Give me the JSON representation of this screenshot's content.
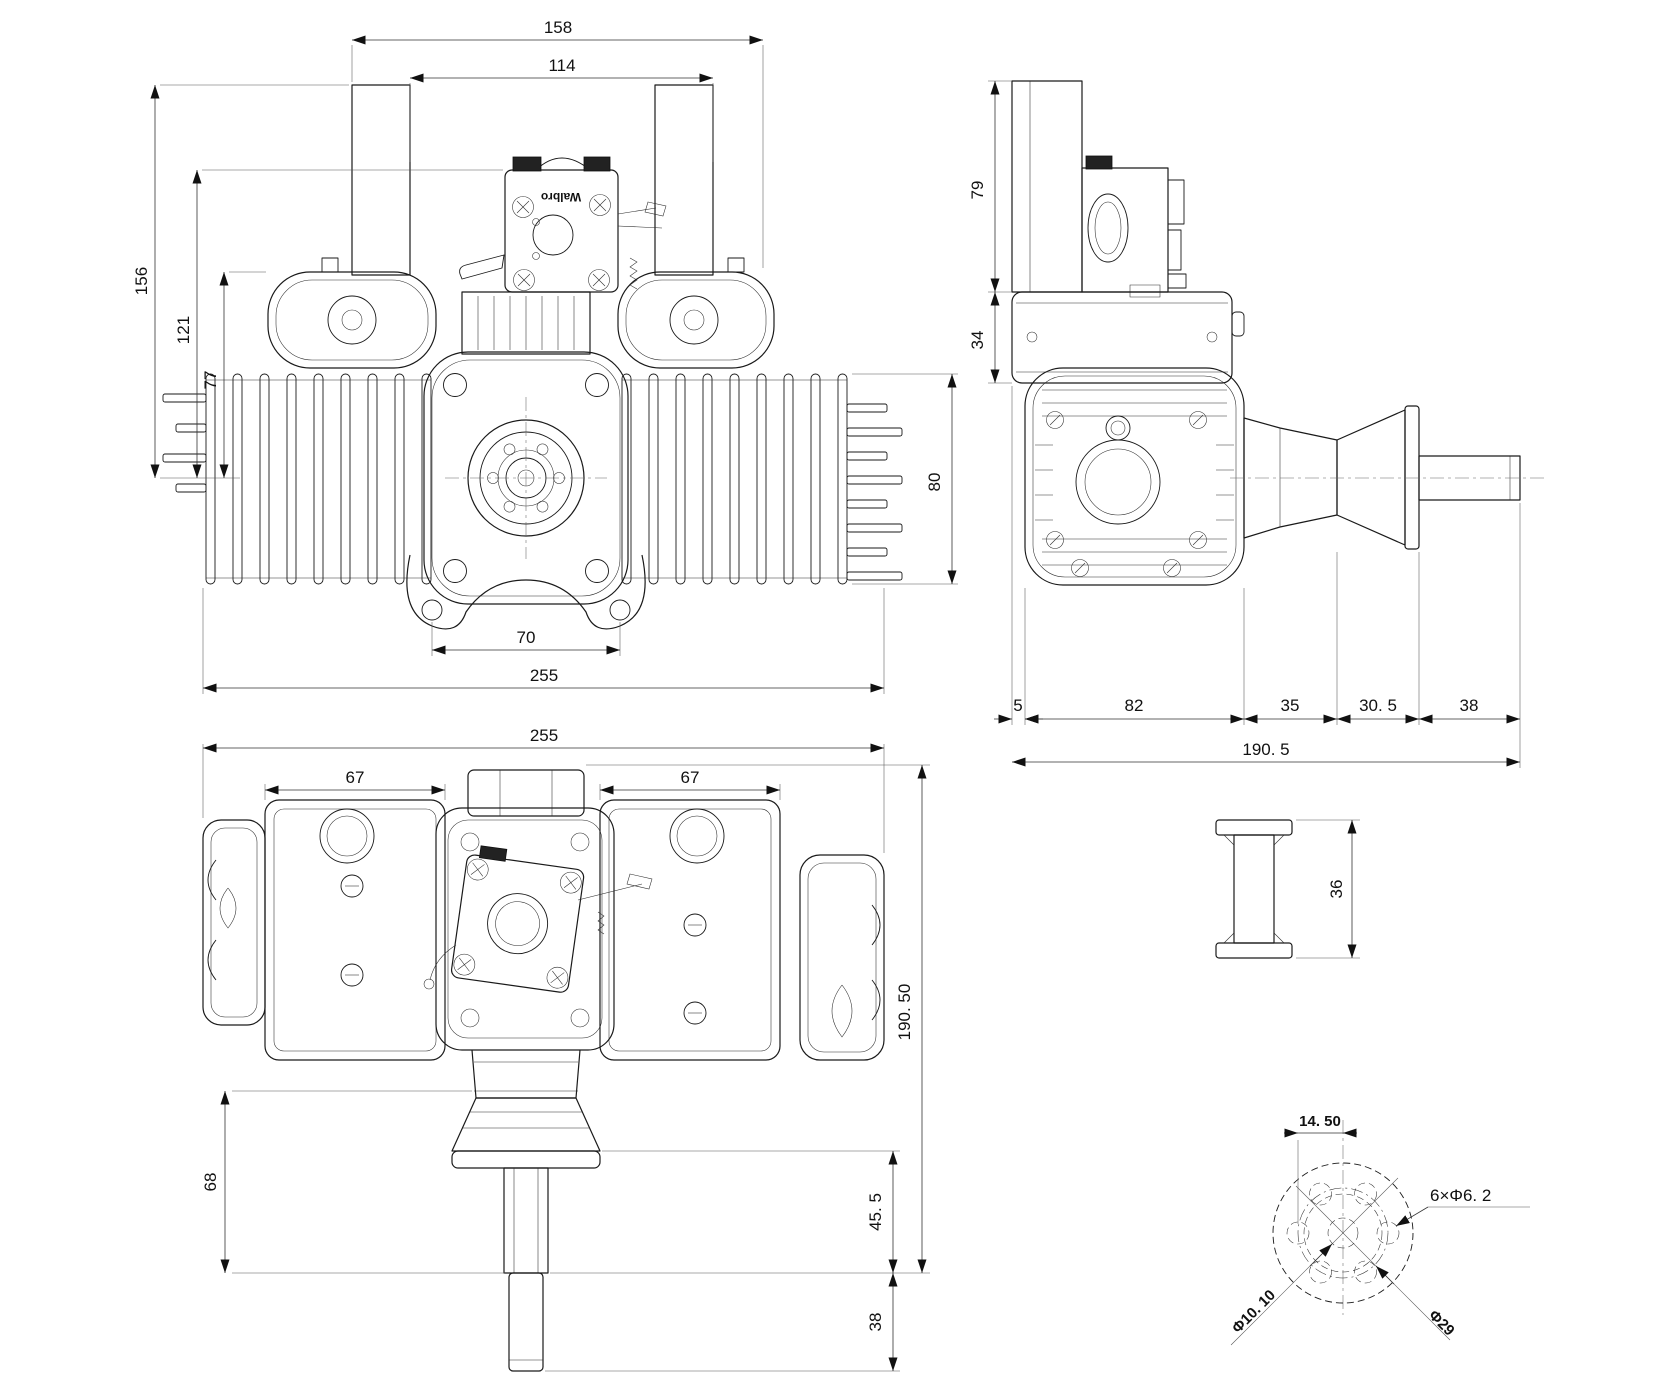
{
  "brand": {
    "carb_label": "Walbro"
  },
  "colors": {
    "line": "#1a1a1a",
    "background": "#ffffff"
  },
  "front_view": {
    "dim_width_outer": "158",
    "dim_width_inner": "114",
    "dim_height_overall": "156",
    "dim_height_carb": "121",
    "dim_height_coil": "77",
    "dim_cylinder_height": "80",
    "dim_mount_hole_spacing": "70",
    "dim_width_total": "255"
  },
  "side_view": {
    "dim_post_height": "79",
    "dim_muffler_height": "34",
    "dim_offset": "5",
    "dim_head_width": "82",
    "dim_bracket": "35",
    "dim_hub": "30. 5",
    "dim_shaft": "38",
    "dim_length_total": "190. 5"
  },
  "top_view": {
    "dim_width_total": "255",
    "dim_cylinder_left": "67",
    "dim_cylinder_right": "67",
    "dim_rear_depth": "68",
    "dim_depth_total": "190. 50",
    "dim_bell": "45. 5",
    "dim_shaft": "38"
  },
  "spool_view": {
    "dim_height": "36"
  },
  "hub_view": {
    "dim_bolt_radius": "14. 50",
    "dim_bolt_holes": "6×Φ6. 2",
    "dim_center_bore": "Φ10. 10",
    "dim_bolt_circle": "Φ29"
  }
}
